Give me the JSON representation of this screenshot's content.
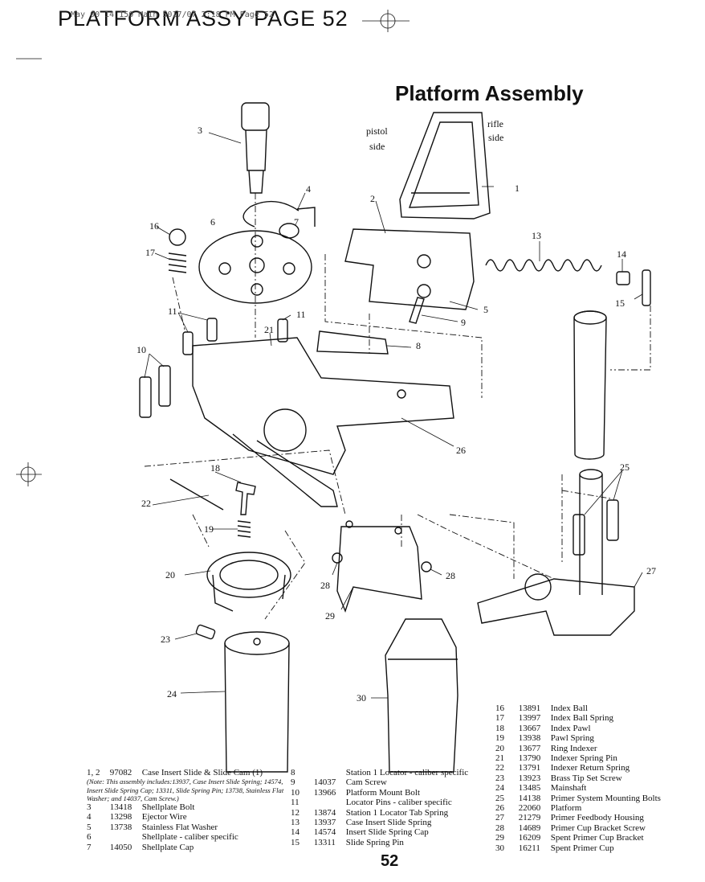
{
  "header": {
    "title": "PLATFORM ASSY PAGE 52",
    "overlay": "May 00 14 150 Main 5017/07 2:18 PM Page 52"
  },
  "diagram": {
    "title": "Platform Assembly",
    "callouts": {
      "pistol": "pistol",
      "side_left": "side",
      "rifle": "rifle",
      "side_right": "side"
    },
    "labels": [
      "1",
      "2",
      "3",
      "4",
      "5",
      "6",
      "7",
      "8",
      "9",
      "10",
      "11",
      "11",
      "13",
      "14",
      "15",
      "16",
      "17",
      "18",
      "19",
      "20",
      "21",
      "22",
      "23",
      "24",
      "25",
      "26",
      "27",
      "28",
      "28",
      "29",
      "30"
    ]
  },
  "parts_list": {
    "col1": [
      {
        "num": "1, 2",
        "part": "97082",
        "desc": "Case Insert Slide & Slide Cam (1)"
      },
      {
        "note": "(Note: This assembly includes:13937, Case Insert Slide Spring; 14574, Insert Slide Spring Cap; 13311, Slide Spring Pin; 13738, Stainless Flat Washer; and 14037, Cam Screw.)"
      },
      {
        "num": "3",
        "part": "13418",
        "desc": "Shellplate Bolt"
      },
      {
        "num": "4",
        "part": "13298",
        "desc": "Ejector Wire"
      },
      {
        "num": "5",
        "part": "13738",
        "desc": "Stainless Flat Washer"
      },
      {
        "num": "6",
        "part": "",
        "desc": "Shellplate - caliber specific"
      },
      {
        "num": "7",
        "part": "14050",
        "desc": "Shellplate Cap"
      }
    ],
    "col2": [
      {
        "num": "8",
        "part": "",
        "desc": "Station 1 Locator - caliber specific"
      },
      {
        "num": "9",
        "part": "14037",
        "desc": "Cam Screw"
      },
      {
        "num": "10",
        "part": "13966",
        "desc": "Platform Mount Bolt"
      },
      {
        "num": "11",
        "part": "",
        "desc": "Locator Pins - caliber specific"
      },
      {
        "num": "12",
        "part": "13874",
        "desc": "Station 1 Locator Tab Spring"
      },
      {
        "num": "13",
        "part": "13937",
        "desc": "Case Insert Slide Spring"
      },
      {
        "num": "14",
        "part": "14574",
        "desc": "Insert Slide Spring Cap"
      },
      {
        "num": "15",
        "part": "13311",
        "desc": "Slide Spring Pin"
      }
    ],
    "col3": [
      {
        "num": "16",
        "part": "13891",
        "desc": "Index Ball"
      },
      {
        "num": "17",
        "part": "13997",
        "desc": "Index Ball Spring"
      },
      {
        "num": "18",
        "part": "13667",
        "desc": "Index Pawl"
      },
      {
        "num": "19",
        "part": "13938",
        "desc": "Pawl Spring"
      },
      {
        "num": "20",
        "part": "13677",
        "desc": "Ring Indexer"
      },
      {
        "num": "21",
        "part": "13790",
        "desc": "Indexer Spring Pin"
      },
      {
        "num": "22",
        "part": "13791",
        "desc": "Indexer Return Spring"
      },
      {
        "num": "23",
        "part": "13923",
        "desc": "Brass Tip Set Screw"
      },
      {
        "num": "24",
        "part": "13485",
        "desc": "Mainshaft"
      },
      {
        "num": "25",
        "part": "14138",
        "desc": "Primer System Mounting Bolts"
      },
      {
        "num": "26",
        "part": "22060",
        "desc": "Platform"
      },
      {
        "num": "27",
        "part": "21279",
        "desc": "Primer Feedbody Housing"
      },
      {
        "num": "28",
        "part": "14689",
        "desc": "Primer Cup Bracket Screw"
      },
      {
        "num": "29",
        "part": "16209",
        "desc": "Spent Primer Cup Bracket"
      },
      {
        "num": "30",
        "part": "16211",
        "desc": "Spent Primer Cup"
      }
    ]
  },
  "footer": {
    "page_number": "52"
  }
}
